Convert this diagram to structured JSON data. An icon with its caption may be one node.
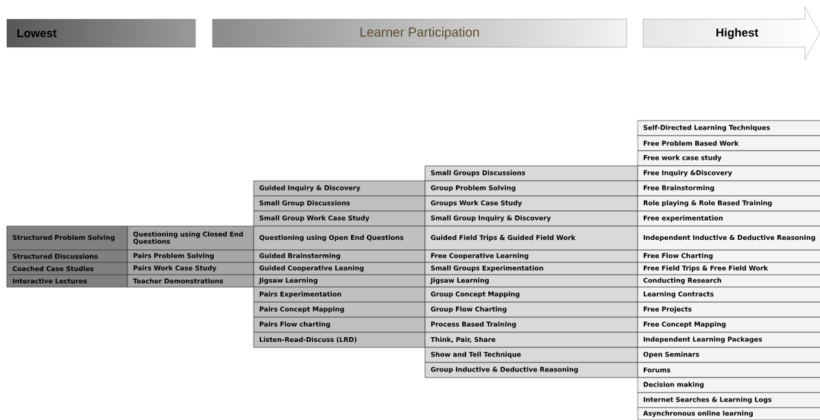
{
  "diagram": {
    "nodes": [
      {
        "text": [
          "Lowest"
        ]
      },
      {
        "text": [
          "Learner Participation"
        ]
      },
      {
        "text": [
          "Highest"
        ]
      },
      {
        "text": [
          "Structured Problem Solving"
        ]
      },
      {
        "text": [
          "Structured Discussions"
        ]
      },
      {
        "text": [
          "Coached Case Studies"
        ]
      },
      {
        "text": [
          "Interactive Lectures"
        ]
      },
      {
        "text": [
          "Questioning using Closed End Questions"
        ]
      },
      {
        "text": [
          "Pairs Problem Solving"
        ]
      },
      {
        "text": [
          "Pairs Work Case Study"
        ]
      },
      {
        "text": [
          "Teacher Demonstrations"
        ]
      },
      {
        "text": [
          "Guided Inquiry & Discovery"
        ]
      },
      {
        "text": [
          "Small Group Discussions"
        ]
      },
      {
        "text": [
          "Small Group Work Case Study"
        ]
      },
      {
        "text": [
          "Questioning using Open End Questions"
        ]
      },
      {
        "text": [
          "Guided Brainstorming"
        ]
      },
      {
        "text": [
          "Guided Cooperative Leaning"
        ]
      },
      {
        "text": [
          "Jigsaw Learning"
        ]
      },
      {
        "text": [
          "Pairs Experimentation"
        ]
      },
      {
        "text": [
          "Pairs Concept Mapping"
        ]
      },
      {
        "text": [
          "Pairs Flow charting"
        ]
      },
      {
        "text": [
          "Listen-Read-Discuss (LRD)"
        ]
      },
      {
        "text": [
          "Small Groups Discussions"
        ]
      },
      {
        "text": [
          "Group Problem Solving"
        ]
      },
      {
        "text": [
          "Groups Work Case Study"
        ]
      },
      {
        "text": [
          "Small Group Inquiry & Discovery"
        ]
      },
      {
        "text": [
          "Guided Field Trips & Guided Field Work"
        ]
      },
      {
        "text": [
          "Free Cooperative Learning"
        ]
      },
      {
        "text": [
          "Small Groups Experimentation"
        ]
      },
      {
        "text": [
          "Jigsaw Learning"
        ]
      },
      {
        "text": [
          "Group Concept Mapping"
        ]
      },
      {
        "text": [
          "Group Flow Charting"
        ]
      },
      {
        "text": [
          "Process Based Training"
        ]
      },
      {
        "text": [
          "Think, Pair, Share"
        ]
      },
      {
        "text": [
          "Show and Tell Technique"
        ]
      },
      {
        "text": [
          "Group Inductive & Deductive Reasoning"
        ]
      },
      {
        "text": [
          "Self-Directed Learning Techniques"
        ]
      },
      {
        "text": [
          "Free Problem Based Work"
        ]
      },
      {
        "text": [
          "Free work case study"
        ]
      },
      {
        "text": [
          "Free Inquiry &Discovery"
        ]
      },
      {
        "text": [
          "Free Brainstorming"
        ]
      },
      {
        "text": [
          "Role playing & Role Based Training"
        ]
      },
      {
        "text": [
          "Free experimentation"
        ]
      },
      {
        "text": [
          "Independent Inductive & Deductive Reasoning"
        ]
      },
      {
        "text": [
          "Free Flow Charting"
        ]
      },
      {
        "text": [
          "Free Field Trips & Free Field Work"
        ]
      },
      {
        "text": [
          "Conducting Research"
        ]
      },
      {
        "text": [
          "Learning Contracts"
        ]
      },
      {
        "text": [
          "Free Projects"
        ]
      },
      {
        "text": [
          "Free Concept Mapping"
        ]
      },
      {
        "text": [
          "Independent Learning Packages"
        ]
      },
      {
        "text": [
          "Open Seminars"
        ]
      },
      {
        "text": [
          "Forums"
        ]
      },
      {
        "text": [
          "Decision making"
        ]
      },
      {
        "text": [
          "Internet Searches & Learning Logs"
        ]
      },
      {
        "text": [
          "Asynchronous online learning"
        ]
      }
    ]
  }
}
